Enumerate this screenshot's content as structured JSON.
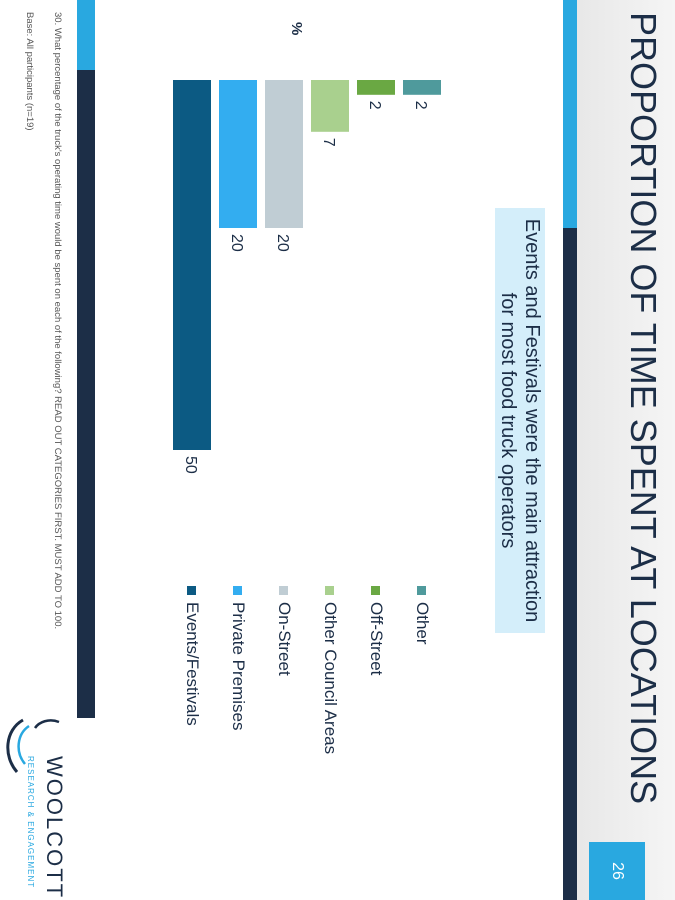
{
  "slide": {
    "title": "PROPORTION OF TIME SPENT AT LOCATIONS",
    "page_number": "26",
    "callout": "Events and Festivals were the main attraction for most food truck operators",
    "unit_label": "%",
    "footnote": "30.   What percentage of the truck's operating time would be spent on each of the following? READ OUT CATEGORIES FIRST. MUST ADD TO 100.",
    "base_note": "Base: All participants (n=19)",
    "logo_name": "WOOLCOTT",
    "logo_tagline": "RESEARCH & ENGAGEMENT"
  },
  "colors": {
    "navy": "#1c2e47",
    "accent_blue": "#29a8e0",
    "callout_bg": "#d4eefa"
  },
  "chart_data": {
    "type": "bar",
    "orientation": "horizontal",
    "categories": [
      "Other",
      "Off-Street",
      "Other Council Areas",
      "On-Street",
      "Private Premises",
      "Events/Festivals"
    ],
    "values": [
      2,
      2,
      7,
      20,
      20,
      50
    ],
    "colors": [
      "#4f9a9c",
      "#6aa843",
      "#a9d08e",
      "#c0cdd4",
      "#33adf0",
      "#0c5a83"
    ],
    "xlim": [
      0,
      50
    ],
    "grid": false,
    "legend": "right",
    "data_labels": true
  }
}
